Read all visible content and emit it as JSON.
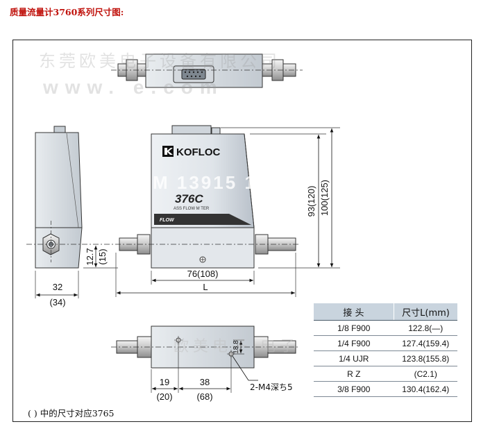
{
  "heading": "质量流量计3760系列尺寸图:",
  "brand": {
    "logo_text": "KOFLOC",
    "model_badge": "376C",
    "subtitle": "ASS FLOW M TER",
    "flow_label": "FLOW"
  },
  "dimensions": {
    "side_width": "32",
    "side_width_alt": "(34)",
    "port_height": "12.7",
    "port_height_alt": "(15)",
    "body_length": "76(108)",
    "overall_length": "L",
    "body_height": "93(120)",
    "total_height": "100(125)",
    "mount_offset": "19",
    "mount_offset_alt": "(20)",
    "mount_pitch": "38",
    "mount_pitch_alt": "(68)",
    "mount_width": "18.8",
    "mount_holes": "2-M4深ち5"
  },
  "table": {
    "col1_header": "接  头",
    "col2_header": "尺寸L(mm)",
    "rows": [
      {
        "fitting": "1/8  F900",
        "size": "122.8(—)"
      },
      {
        "fitting": "1/4  F900",
        "size": "127.4(159.4)"
      },
      {
        "fitting": "1/4  UJR",
        "size": "123.8(155.8)"
      },
      {
        "fitting": "R     Z",
        "size": "(C2.1)"
      },
      {
        "fitting": "3/8  F900",
        "size": "130.4(162.4)"
      }
    ]
  },
  "note": "( ) 中的尺寸对应3765",
  "watermarks": {
    "line1": "东莞欧美电子设备有限公司",
    "line2": "www.         e.com",
    "line3": "M  13915     1",
    "line4": "欧美电子   电子"
  }
}
